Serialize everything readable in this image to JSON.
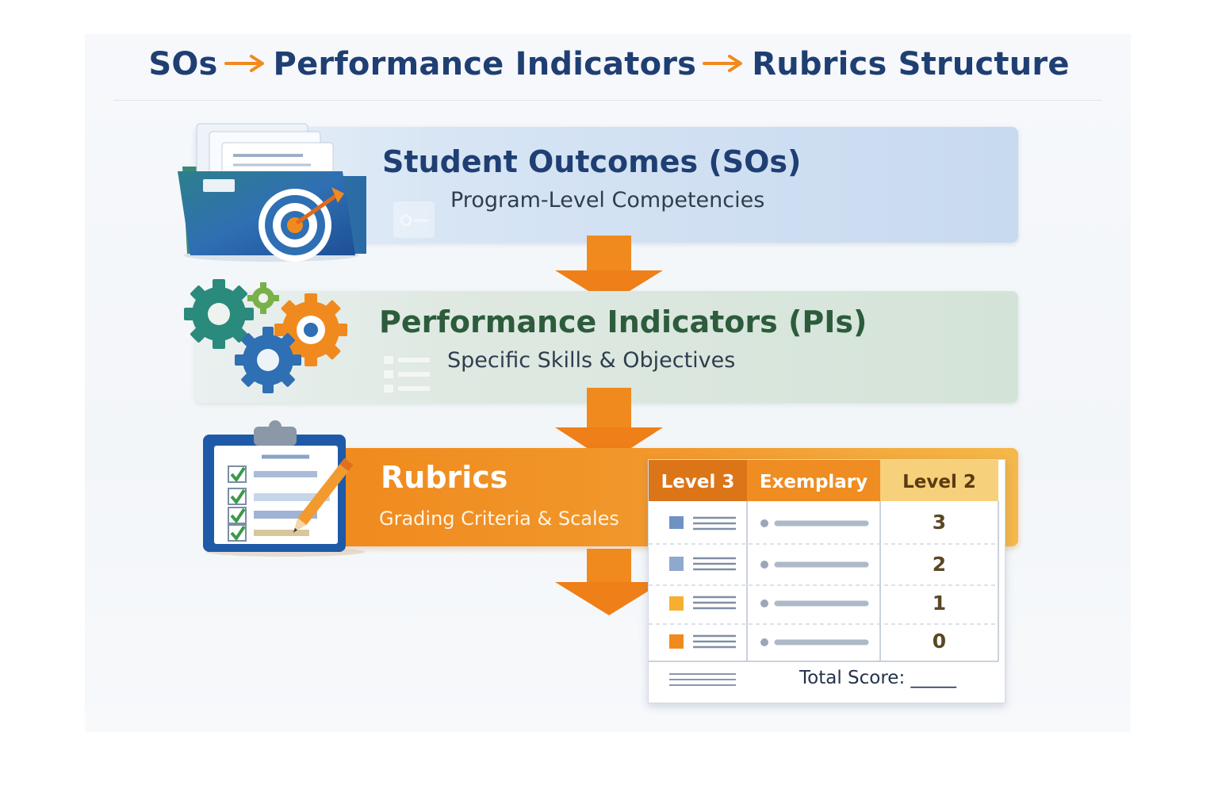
{
  "title": {
    "part1": "SOs",
    "part2": "Performance Indicators",
    "part3": "Rubrics Structure"
  },
  "levels": [
    {
      "title": "Student Outcomes (SOs)",
      "subtitle": "Program-Level Competencies",
      "icon": "folder-target-icon"
    },
    {
      "title": "Performance Indicators (PIs)",
      "subtitle": "Specific Skills & Objectives",
      "icon": "gears-icon"
    },
    {
      "title": "Rubrics",
      "subtitle": "Grading Criteria & Scales",
      "icon": "clipboard-checklist-icon"
    }
  ],
  "rubric_table": {
    "headers": [
      "Level 3",
      "Exemplary",
      "Level 2"
    ],
    "scores": [
      "3",
      "2",
      "1",
      "0"
    ],
    "total_label": "Total Score: _____"
  },
  "colors": {
    "title": "#1f3f73",
    "arrow": "#f08a1e",
    "so_band": "#c8daf0",
    "pi_band": "#d4e3d8",
    "rubrics_band": "#ef8a1e"
  }
}
